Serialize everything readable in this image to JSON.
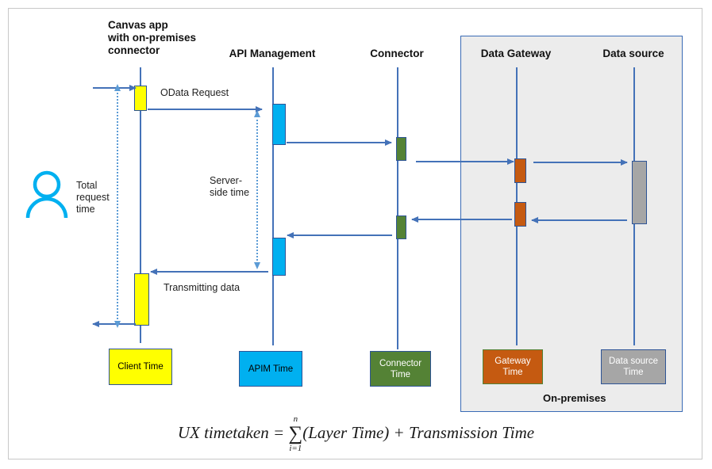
{
  "diagram": {
    "title_formula": {
      "lead": "UX timetaken = ",
      "sum_symbol": "∑",
      "sum_upper": "n",
      "sum_lower": "i=1",
      "body": "(Layer Time) + Transmission Time"
    },
    "onpremises_label": "On-premises",
    "participants": [
      {
        "id": "client",
        "label": "Canvas app\nwith on-premises\nconnector"
      },
      {
        "id": "apim",
        "label": "API Management"
      },
      {
        "id": "connector",
        "label": "Connector"
      },
      {
        "id": "gateway",
        "label": "Data Gateway"
      },
      {
        "id": "datasource",
        "label": "Data source"
      }
    ],
    "messages": [
      {
        "id": "odata-request",
        "label": "OData Request"
      },
      {
        "id": "transmitting-data",
        "label": "Transmitting data"
      }
    ],
    "annotations": [
      {
        "id": "total-request-time",
        "label": "Total\nrequest\ntime"
      },
      {
        "id": "server-side-time",
        "label": "Server-\nside time"
      }
    ],
    "legend": [
      {
        "id": "client-time",
        "label": "Client Time",
        "color": "#ffff00"
      },
      {
        "id": "apim-time",
        "label": "APIM Time",
        "color": "#00b0f0"
      },
      {
        "id": "connector-time",
        "label": "Connector\nTime",
        "color": "#548235"
      },
      {
        "id": "gateway-time",
        "label": "Gateway\nTime",
        "color": "#c55a11"
      },
      {
        "id": "datasource-time",
        "label": "Data source\nTime",
        "color": "#a6a6a6"
      }
    ],
    "colors": {
      "lifeline": "#4472b8",
      "arrow": "#4472b8",
      "dotted_measure": "#5b9bd5",
      "onprem_fill": "#ececec",
      "user_icon": "#00b0f0"
    }
  }
}
